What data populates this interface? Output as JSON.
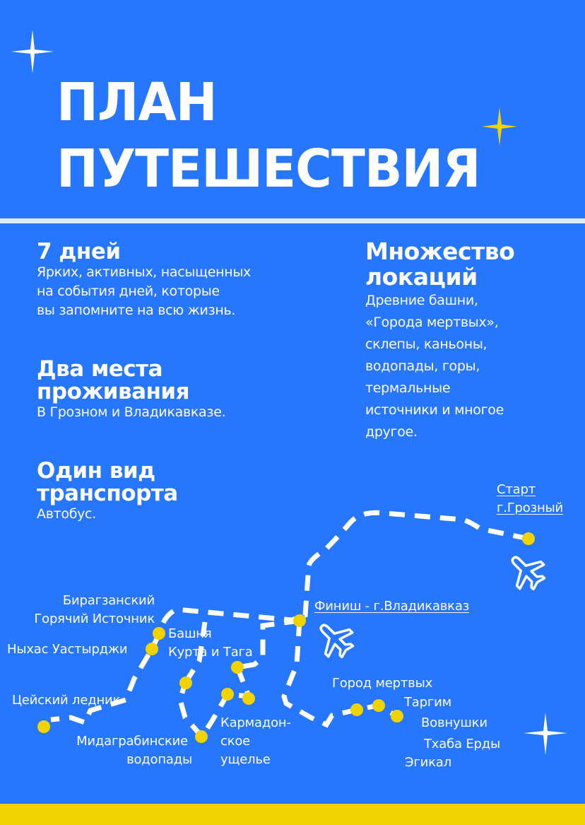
{
  "header": {
    "title_line1": "ПЛАН",
    "title_line2": "ПУТЕШЕСТВИЯ"
  },
  "features": {
    "days": {
      "heading": "7 дней",
      "lines": [
        "Ярких, активных, насыщенных",
        "на события дней, которые",
        "вы запомните на всю жизнь."
      ]
    },
    "stay": {
      "heading_line1": "Два места",
      "heading_line2": "проживания",
      "text": "В Грозном и Владикавказе."
    },
    "transport": {
      "heading_line1": "Один вид",
      "heading_line2": "транспорта",
      "text": "Автобус."
    },
    "locations": {
      "heading_line1": "Множество",
      "heading_line2": "локаций",
      "lines": [
        "Древние башни,",
        "«Города мертвых»,",
        "склепы, каньоны,",
        "водопады, горы,",
        "термальные",
        "источники и многое",
        "другое."
      ]
    }
  },
  "map": {
    "start_line1": "Старт",
    "start_line2": "г.Грозный",
    "finish": "Финиш - г.Владикавказ",
    "labels": {
      "biragzang_1": "Бирагзанский",
      "biragzang_2": "Горячий Источник",
      "nykhas": "Ныхас Уастырджи",
      "tower_1": "Башня",
      "tower_2": "Курта и Тага",
      "tsey": "Цейский ледник",
      "midagrabin_1": "Мидаграбинские",
      "midagrabin_2": "водопады",
      "karmadon_1": "Кармадон-",
      "karmadon_2": "ское",
      "karmadon_3": "ущелье",
      "dead_city": "Город мертвых",
      "targim": "Таргим",
      "vovnushki": "Вовнушки",
      "tkhaba": "Тхаба Ерды",
      "egikal": "Эгикал"
    },
    "icons": [
      "airplane-icon-start",
      "airplane-icon-finish"
    ]
  },
  "colors": {
    "background": "#2676fe",
    "accent_yellow": "#f1d300",
    "separator": "#e3e8f2",
    "text": "#ffffff"
  }
}
